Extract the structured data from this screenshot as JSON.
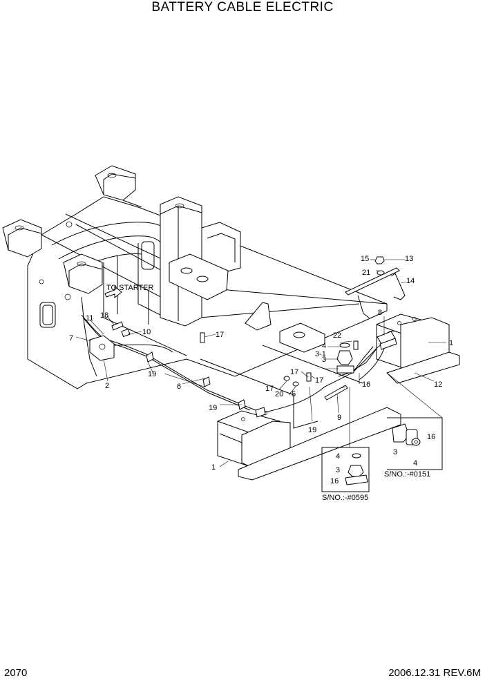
{
  "title": "BATTERY CABLE ELECTRIC",
  "page_number": "2070",
  "revision": "2006.12.31  REV.6M",
  "callouts": {
    "to_starter": "TO STARTER",
    "c1a": "1",
    "c1b": "1",
    "c2": "2",
    "c3a": "3",
    "c3b": "3",
    "c3c": "3",
    "c3_1": "3-1",
    "c4a": "4",
    "c4b": "4",
    "c4c": "4",
    "c5": "5",
    "c6": "6",
    "c7": "7",
    "c8": "8",
    "c9": "9",
    "c10": "10",
    "c11": "11",
    "c12": "12",
    "c13": "13",
    "c14": "14",
    "c15": "15",
    "c16a": "16",
    "c16b": "16",
    "c16c": "16",
    "c17a": "17",
    "c17b": "17",
    "c17c": "17",
    "c17d": "17",
    "c18": "18",
    "c19a": "19",
    "c19b": "19",
    "c19c": "19",
    "c20": "20",
    "c21": "21",
    "c22": "22",
    "sn_0151": "S/NO.:-#0151",
    "sn_0595": "S/NO.:-#0595"
  }
}
